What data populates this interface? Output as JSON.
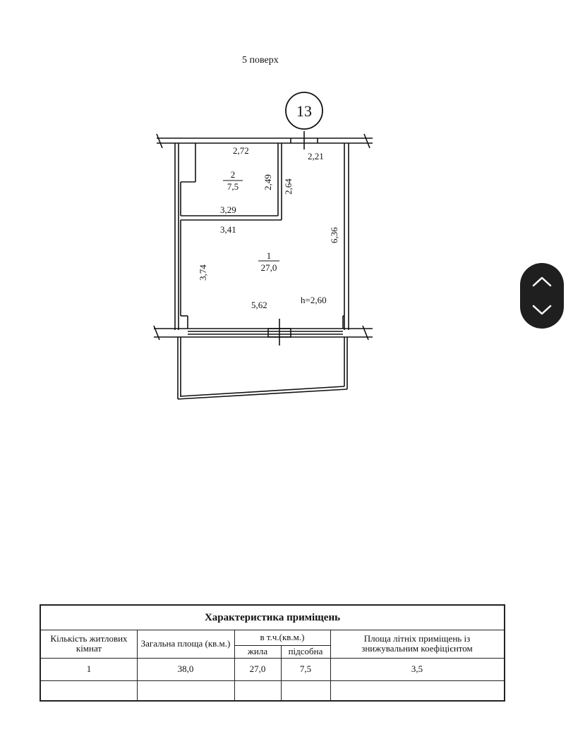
{
  "floor_label": "5 поверх",
  "apartment_number": "13",
  "plan": {
    "dims": {
      "top_left_room_width": "2,72",
      "top_right_width": "2,21",
      "room2_inner_height": "2,49",
      "corridor_height": "2,64",
      "room2_bottom_width": "3,29",
      "room1_top_width": "3,41",
      "right_wall_height": "6,36",
      "left_wall_height": "3,74",
      "bottom_width": "5,62",
      "ceiling_height": "h=2,60"
    },
    "rooms": [
      {
        "number": "2",
        "area": "7,5"
      },
      {
        "number": "1",
        "area": "27,0"
      }
    ]
  },
  "table": {
    "title": "Характеристика приміщень",
    "col_rooms": "Кількість житлових кімнат",
    "col_total": "Загальна площа (кв.м.)",
    "col_incl": "в т.ч.(кв.м.)",
    "col_living": "жила",
    "col_aux": "підсобна",
    "col_summer": "Площа літніх приміщень із знижувальним коефіцієнтом",
    "row": {
      "rooms": "1",
      "total": "38,0",
      "living": "27,0",
      "aux": "7,5",
      "summer": "3,5"
    }
  },
  "nav": {
    "up_icon": "chevron-up-icon",
    "down_icon": "chevron-down-icon"
  }
}
